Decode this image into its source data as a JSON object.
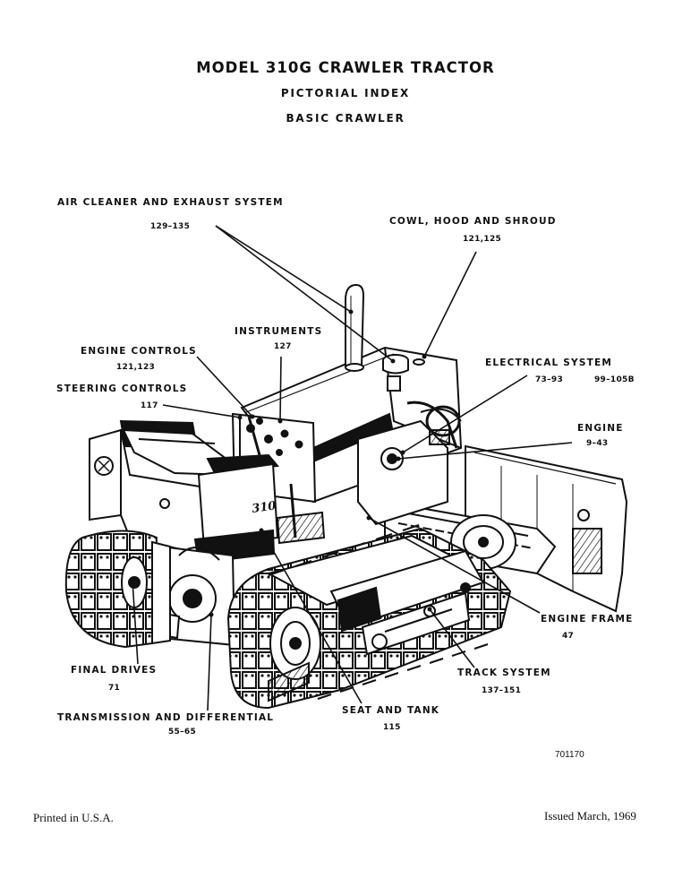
{
  "header": {
    "title": "MODEL 310G CRAWLER TRACTOR",
    "subtitle1": "PICTORIAL INDEX",
    "subtitle2": "BASIC CRAWLER"
  },
  "callouts": {
    "air_cleaner": {
      "label": "AIR CLEANER AND EXHAUST SYSTEM",
      "pages": "129–135"
    },
    "cowl": {
      "label": "COWL, HOOD AND SHROUD",
      "pages": "121,125"
    },
    "instruments": {
      "label": "INSTRUMENTS",
      "pages": "127"
    },
    "engine_controls": {
      "label": "ENGINE CONTROLS",
      "pages": "121,123"
    },
    "electrical": {
      "label": "ELECTRICAL SYSTEM",
      "pages_a": "73–93",
      "pages_b": "99–105B"
    },
    "steering": {
      "label": "STEERING CONTROLS",
      "pages": "117"
    },
    "engine": {
      "label": "ENGINE",
      "pages": "9–43"
    },
    "engine_frame": {
      "label": "ENGINE FRAME",
      "pages": "47"
    },
    "final_drives": {
      "label": "FINAL DRIVES",
      "pages": "71"
    },
    "track_system": {
      "label": "TRACK SYSTEM",
      "pages": "137–151"
    },
    "transmission": {
      "label": "TRANSMISSION AND DIFFERENTIAL",
      "pages": "55–65"
    },
    "seat_tank": {
      "label": "SEAT AND TANK",
      "pages": "115"
    }
  },
  "illustration": {
    "model_plate": "310"
  },
  "figure_number": "701170",
  "footer": {
    "printed": "Printed in U.S.A.",
    "issued": "Issued March, 1969"
  }
}
